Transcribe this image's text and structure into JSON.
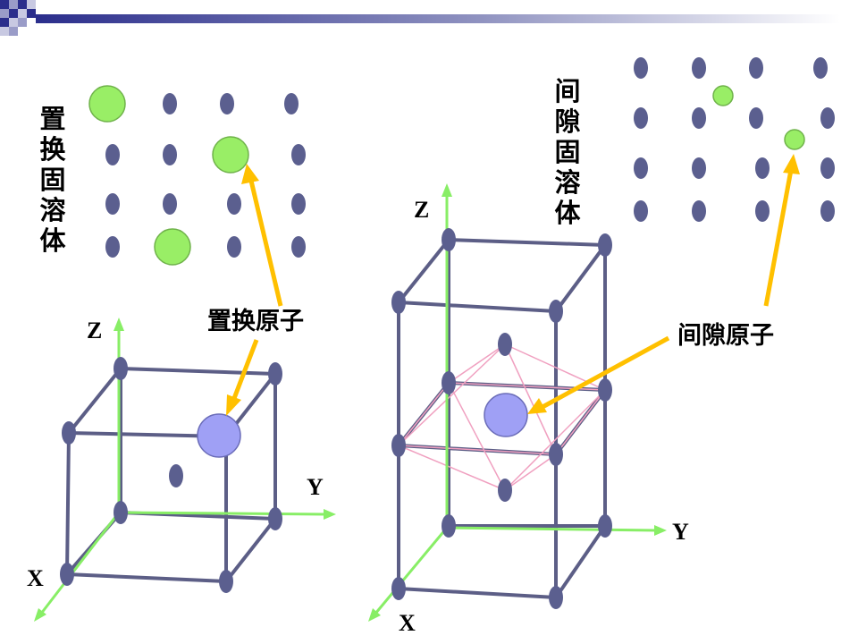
{
  "labels": {
    "substitutional_solid_solution": "置换固溶体",
    "interstitial_solid_solution": "间隙固溶体",
    "substitutional_atom": "置换原子",
    "interstitial_atom": "间隙原子"
  },
  "axes": {
    "left": {
      "z": "Z",
      "y": "Y",
      "x": "X"
    },
    "right": {
      "z": "Z",
      "y": "Y",
      "x": "X"
    }
  },
  "colors": {
    "host_atom": "#5b5f8f",
    "solute_atom": "#99ee66",
    "center_atom": "#9fa0f5",
    "lattice_edge": "#5c5e86",
    "axis_line": "#88ee66",
    "arrow": "#ffc000",
    "octahedron": "#f0a0c0",
    "header_bar": "#2b2e8c"
  }
}
